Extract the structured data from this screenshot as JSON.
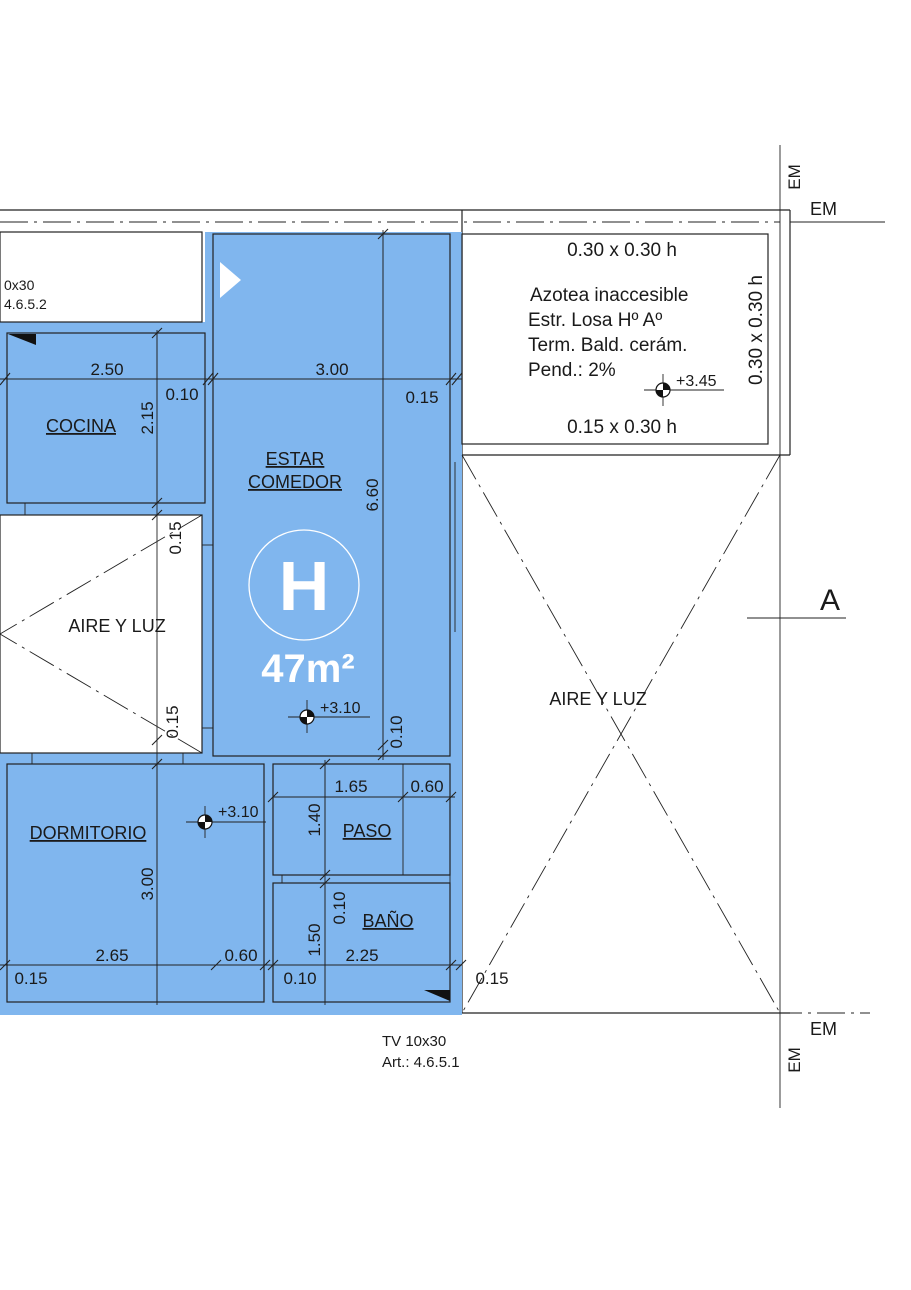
{
  "header_partial": {
    "line1": "0x30",
    "line2": "4.6.5.2"
  },
  "rooms": {
    "cocina": "COCINA",
    "estar_line1": "ESTAR",
    "estar_line2": "COMEDOR",
    "aire_luz_left": "AIRE Y LUZ",
    "dormitorio": "DORMITORIO",
    "paso": "PASO",
    "bano": "BAÑO",
    "aire_luz_right": "AIRE Y LUZ"
  },
  "badge": {
    "letter": "H",
    "area": "47m²"
  },
  "levels": {
    "estar": "+3.10",
    "dormitorio": "+3.10",
    "azotea": "+3.45"
  },
  "azotea": {
    "beam_top": "0.30 x 0.30 h",
    "beam_bottom": "0.15 x 0.30 h",
    "beam_right": "0.30 x 0.30 h",
    "line1": "Azotea inaccesible",
    "line2": "Estr. Losa Hº Aº",
    "line3": "Term. Bald. cerám.",
    "line4": "Pend.: 2%"
  },
  "dims": {
    "d250": "2.50",
    "d010a": "0.10",
    "d300a": "3.00",
    "d015a": "0.15",
    "d215": "2.15",
    "d660": "6.60",
    "d015b": "0.15",
    "d015c": "0.15",
    "d010b": "0.10",
    "d165": "1.65",
    "d060a": "0.60",
    "d140": "1.40",
    "d300b": "3.00",
    "d010c": "0.10",
    "d150": "1.50",
    "d265": "2.65",
    "d060b": "0.60",
    "d225": "2.25",
    "d015d": "0.15",
    "d010d": "0.10",
    "d015e": "0.15"
  },
  "markers": {
    "em_top_v": "EM",
    "em_top_h": "EM",
    "em_bot_h": "EM",
    "em_bot_v": "EM",
    "section": "A"
  },
  "footer_note": {
    "line1": "TV 10x30",
    "line2": "Art.: 4.6.5.1"
  }
}
